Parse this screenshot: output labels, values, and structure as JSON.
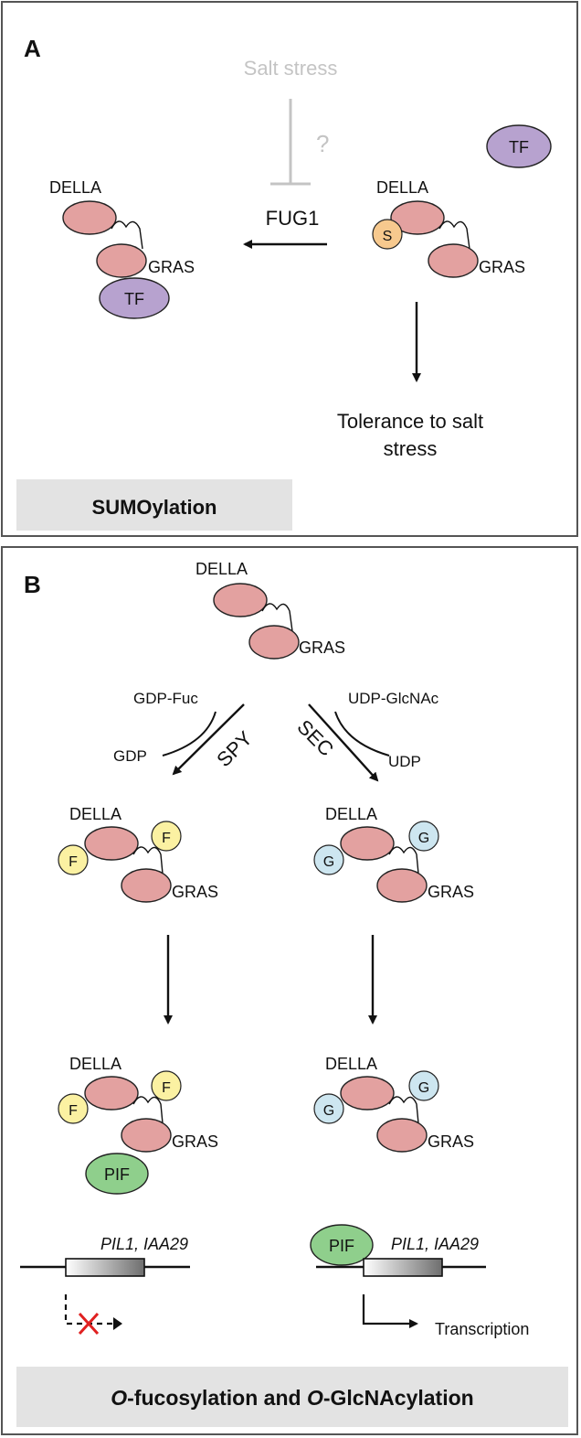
{
  "panel_a": {
    "letter": "A",
    "salt_stress": "Salt stress",
    "question": "?",
    "fug1": "FUG1",
    "della_left": "DELLA",
    "gras_left": "GRAS",
    "tf_bound": "TF",
    "della_right": "DELLA",
    "gras_right": "GRAS",
    "s_mod": "S",
    "tf_free": "TF",
    "tolerance_line1": "Tolerance to salt",
    "tolerance_line2": "stress",
    "footer": "SUMOylation"
  },
  "panel_b": {
    "letter": "B",
    "della_top": "DELLA",
    "gras_top": "GRAS",
    "gdp_fuc": "GDP-Fuc",
    "gdp": "GDP",
    "spy": "SPY",
    "udp_glcnac": "UDP-GlcNAc",
    "udp": "UDP",
    "sec": "SEC",
    "della_f1": "DELLA",
    "gras_f1": "GRAS",
    "f_mod": "F",
    "della_g1": "DELLA",
    "gras_g1": "GRAS",
    "g_mod": "G",
    "della_f2": "DELLA",
    "gras_f2": "GRAS",
    "pif_bound": "PIF",
    "della_g2": "DELLA",
    "gras_g2": "GRAS",
    "pif_promoter": "PIF",
    "genes_left": "PIL1, IAA29",
    "genes_right": "PIL1, IAA29",
    "transcription": "Transcription",
    "footer_o1": "O",
    "footer_mid": "-fucosylation and ",
    "footer_o2": "O",
    "footer_end": "-GlcNAcylation"
  },
  "colors": {
    "della": "#e3a1a0",
    "tf": "#b7a2cf",
    "pif": "#8fcf8c",
    "sumo": "#f7c98e",
    "fucose": "#fbf1a2",
    "glcnac": "#cde6f0",
    "inhibition_gray": "#c8c8c8",
    "blocked_cross": "#e02020",
    "footer_bg": "#e3e3e3"
  }
}
